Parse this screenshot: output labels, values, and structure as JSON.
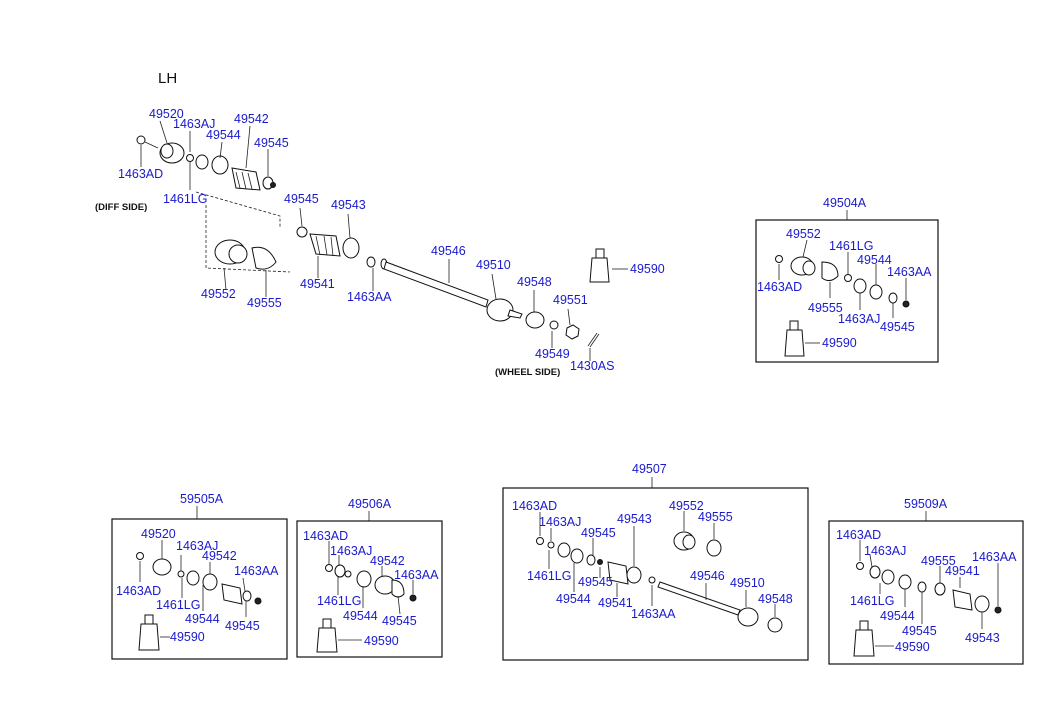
{
  "heading": "LH",
  "side_labels": {
    "diff": "(DIFF SIDE)",
    "wheel": "(WHEEL SIDE)"
  },
  "kits": {
    "k504": "49504A",
    "k505": "59505A",
    "k506": "49506A",
    "k507": "49507",
    "k509": "59509A"
  },
  "main": {
    "p49520": "49520",
    "p1463AJ": "1463AJ",
    "p49544": "49544",
    "p49542": "49542",
    "p49545a": "49545",
    "p1463AD": "1463AD",
    "p1461LG": "1461LG",
    "p49545b": "49545",
    "p49543": "49543",
    "p49546": "49546",
    "p49510": "49510",
    "p49590": "49590",
    "p49548": "49548",
    "p49551": "49551",
    "p49552": "49552",
    "p49555": "49555",
    "p49541": "49541",
    "p1463AA": "1463AA",
    "p49549": "49549",
    "p1430AS": "1430AS"
  },
  "box504": {
    "p49552": "49552",
    "p1461LG": "1461LG",
    "p49544": "49544",
    "p1463AA": "1463AA",
    "p1463AD": "1463AD",
    "p49555": "49555",
    "p1463AJ": "1463AJ",
    "p49545": "49545",
    "p49590": "49590"
  },
  "box505": {
    "p49520": "49520",
    "p1463AJ": "1463AJ",
    "p49542": "49542",
    "p1463AD": "1463AD",
    "p1463AA": "1463AA",
    "p1461LG": "1461LG",
    "p49544": "49544",
    "p49545": "49545",
    "p49590": "49590"
  },
  "box506": {
    "p1463AD": "1463AD",
    "p1463AJ": "1463AJ",
    "p49542": "49542",
    "p1463AA": "1463AA",
    "p1461LG": "1461LG",
    "p49544": "49544",
    "p49545": "49545",
    "p49590": "49590"
  },
  "box507": {
    "p1463AD": "1463AD",
    "p1463AJ": "1463AJ",
    "p49545a": "49545",
    "p49543": "49543",
    "p49552": "49552",
    "p49555": "49555",
    "p1461LG": "1461LG",
    "p49545b": "49545",
    "p49544": "49544",
    "p49541": "49541",
    "p1463AA": "1463AA",
    "p49546": "49546",
    "p49510": "49510",
    "p49548": "49548"
  },
  "box509": {
    "p1463AD": "1463AD",
    "p1463AJ": "1463AJ",
    "p49555": "49555",
    "p1463AA": "1463AA",
    "p49541": "49541",
    "p1461LG": "1461LG",
    "p49544": "49544",
    "p49545": "49545",
    "p49543": "49543",
    "p49590": "49590"
  }
}
